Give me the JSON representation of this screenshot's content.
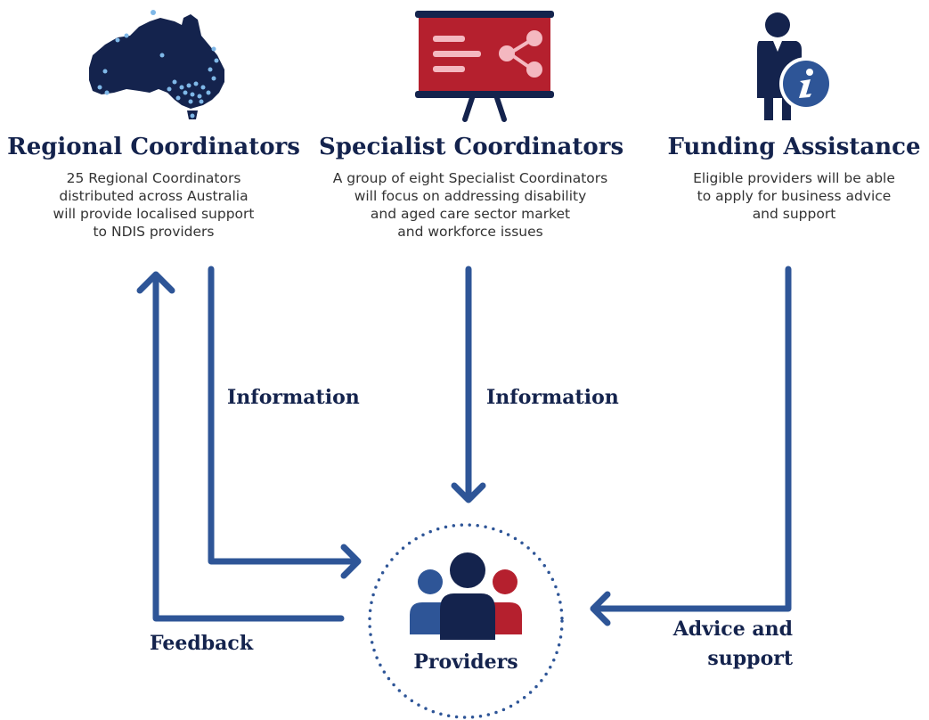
{
  "columns": [
    {
      "icon": "australia-map-icon",
      "title": "Regional Coordinators",
      "description": "25 Regional Coordinators\ndistributed across Australia\nwill provide localised support\nto NDIS providers"
    },
    {
      "icon": "presentation-board-share-icon",
      "title": "Specialist Coordinators",
      "description": "A group of eight Specialist Coordinators\nwill focus on addressing disability\nand aged care sector market\nand workforce issues"
    },
    {
      "icon": "person-info-icon",
      "title": "Funding Assistance",
      "description": "Eligible providers will be able\nto apply for business advice\nand support"
    }
  ],
  "flows": {
    "regional_information": "Information",
    "specialist_information": "Information",
    "feedback": "Feedback",
    "advice_line1": "Advice and",
    "advice_line2": "support"
  },
  "center": {
    "label": "Providers",
    "icon": "people-group-icon"
  },
  "colors": {
    "navy": "#14234d",
    "blue": "#2e5597",
    "red": "#b5202e",
    "pink": "#f4b8c0",
    "dots": "#7fb8e8"
  }
}
